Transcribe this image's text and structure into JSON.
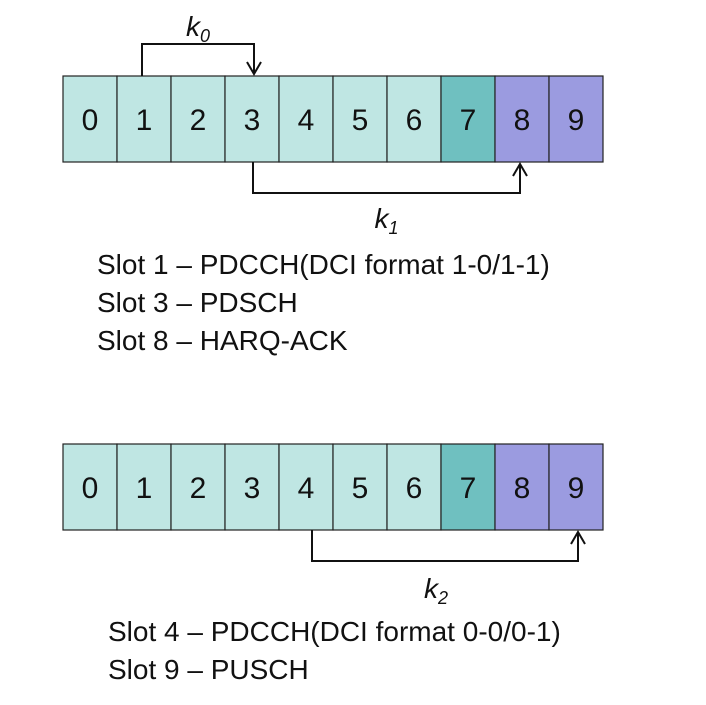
{
  "diagram_top": {
    "slots": [
      "0",
      "1",
      "2",
      "3",
      "4",
      "5",
      "6",
      "7",
      "8",
      "9"
    ],
    "slot_colors": [
      "#bfe6e3",
      "#bfe6e3",
      "#bfe6e3",
      "#bfe6e3",
      "#bfe6e3",
      "#bfe6e3",
      "#bfe6e3",
      "#6fc0c0",
      "#9b9be0",
      "#9b9be0"
    ],
    "k0": {
      "letter": "k",
      "sub": "0",
      "from_slot": 1,
      "to_slot": 3
    },
    "k1": {
      "letter": "k",
      "sub": "1",
      "from_slot": 3,
      "to_slot": 8
    },
    "lines": [
      "Slot 1 – PDCCH(DCI format 1-0/1-1)",
      "Slot 3 – PDSCH",
      "Slot 8 – HARQ-ACK"
    ]
  },
  "diagram_bottom": {
    "slots": [
      "0",
      "1",
      "2",
      "3",
      "4",
      "5",
      "6",
      "7",
      "8",
      "9"
    ],
    "slot_colors": [
      "#bfe6e3",
      "#bfe6e3",
      "#bfe6e3",
      "#bfe6e3",
      "#bfe6e3",
      "#bfe6e3",
      "#bfe6e3",
      "#6fc0c0",
      "#9b9be0",
      "#9b9be0"
    ],
    "k2": {
      "letter": "k",
      "sub": "2",
      "from_slot": 4,
      "to_slot": 9
    },
    "lines": [
      "Slot 4 – PDCCH(DCI format 0-0/0-1)",
      "Slot 9 – PUSCH"
    ]
  },
  "colors": {
    "border": "#222222",
    "connector": "#111111"
  }
}
